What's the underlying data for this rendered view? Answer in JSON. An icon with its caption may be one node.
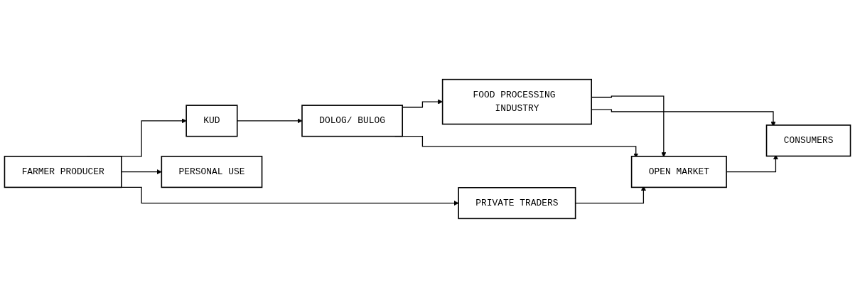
{
  "diagram": {
    "nodes": [
      {
        "text": [
          "FARMER PRODUCER"
        ]
      },
      {
        "text": [
          "KUD"
        ]
      },
      {
        "text": [
          "PERSONAL USE"
        ]
      },
      {
        "text": [
          "PRIVATE TRADERS"
        ]
      },
      {
        "text": [
          "DOLOG/ BULOG"
        ]
      },
      {
        "text": [
          "FOOD PROCESSING INDUSTRY"
        ]
      },
      {
        "text": [
          "CONSUMERS"
        ]
      },
      {
        "text": [
          "OPEN MARKET"
        ]
      }
    ],
    "edges": [
      {
        "from": 0,
        "to": 1,
        "arrow": "to"
      },
      {
        "from": 0,
        "to": 2,
        "arrow": "to"
      },
      {
        "from": 0,
        "to": 3,
        "arrow": "to"
      },
      {
        "from": 1,
        "to": 4,
        "arrow": "to"
      },
      {
        "from": 4,
        "to": 5,
        "arrow": "to"
      },
      {
        "from": 4,
        "to": 7,
        "arrow": "to"
      },
      {
        "from": 3,
        "to": 7,
        "arrow": "to"
      },
      {
        "from": 5,
        "to": 7,
        "arrow": "to"
      },
      {
        "from": 5,
        "to": 6,
        "arrow": "to"
      },
      {
        "from": 7,
        "to": 6,
        "arrow": "to"
      }
    ]
  }
}
